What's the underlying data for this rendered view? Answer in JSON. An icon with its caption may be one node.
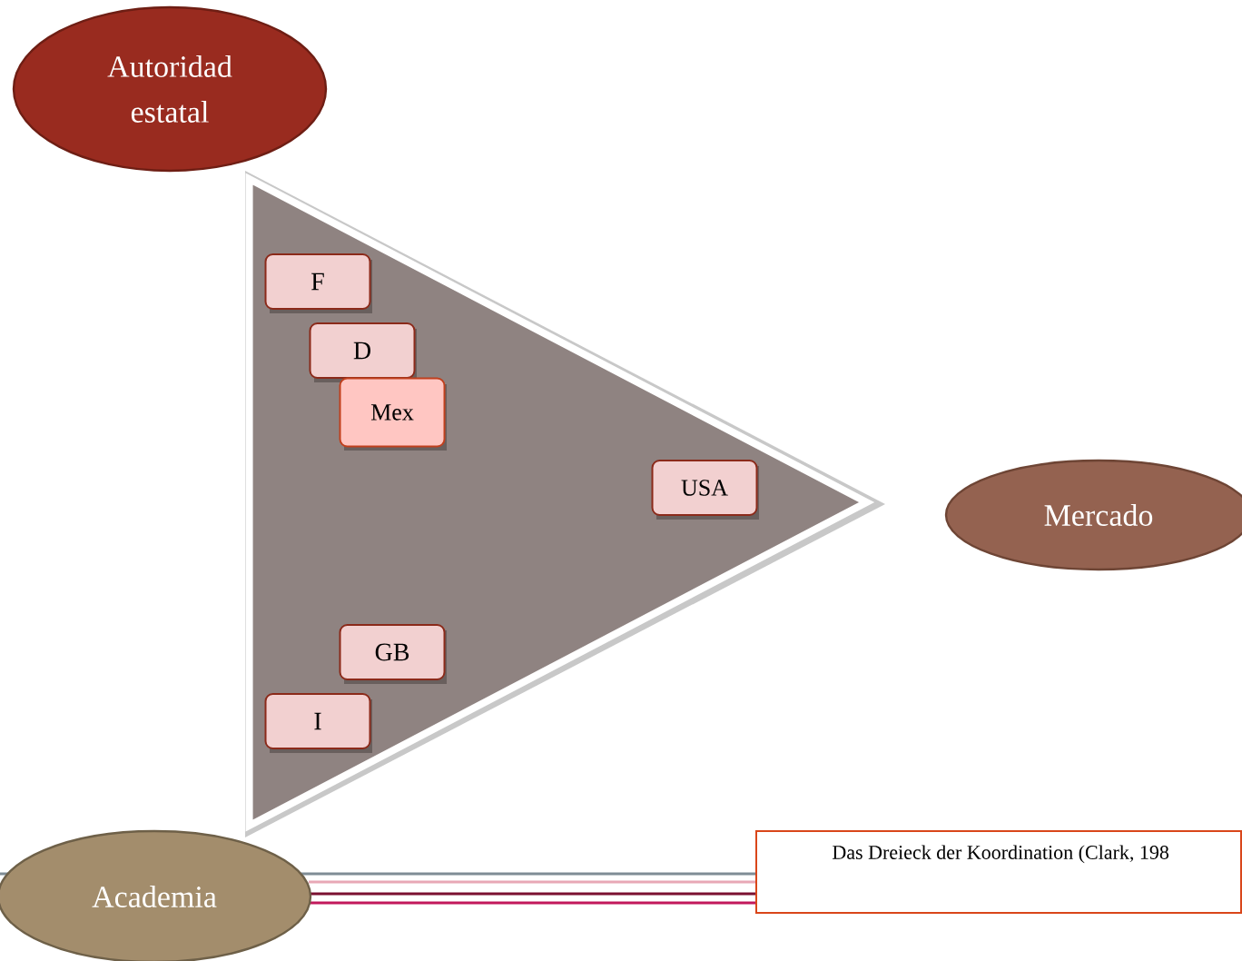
{
  "diagram": {
    "nodes": [
      {
        "text": [
          "Autoridad estatal"
        ]
      },
      {
        "text": [],
        "shape": "triangle"
      },
      {
        "text": [
          "F"
        ],
        "in": 1
      },
      {
        "text": [
          "D"
        ],
        "in": 1
      },
      {
        "text": [
          "Mex"
        ],
        "in": 1
      },
      {
        "text": [
          "USA"
        ],
        "in": 1
      },
      {
        "text": [
          "GB"
        ],
        "in": 1
      },
      {
        "text": [
          "I"
        ],
        "in": 1
      },
      {
        "text": [
          "Mercado"
        ]
      },
      {
        "text": [
          "Academia"
        ]
      },
      {
        "text": [
          "Das Dreieck der Koordination (Clark, 198"
        ]
      }
    ]
  }
}
